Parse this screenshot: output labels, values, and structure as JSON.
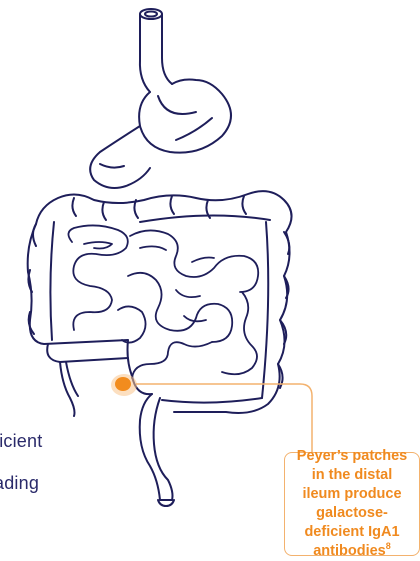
{
  "left_text_fragments": [
    "ficient",
    "ading"
  ],
  "callout": {
    "text": "Peyer’s patches in the distal ileum produce galactose-deficient IgA1 antibodies",
    "reference": "8"
  },
  "colors": {
    "outline": "#1e1e5a",
    "highlight": "#f28c1e",
    "callout_text": "#f08a1f",
    "callout_border": "#f3b26e"
  }
}
